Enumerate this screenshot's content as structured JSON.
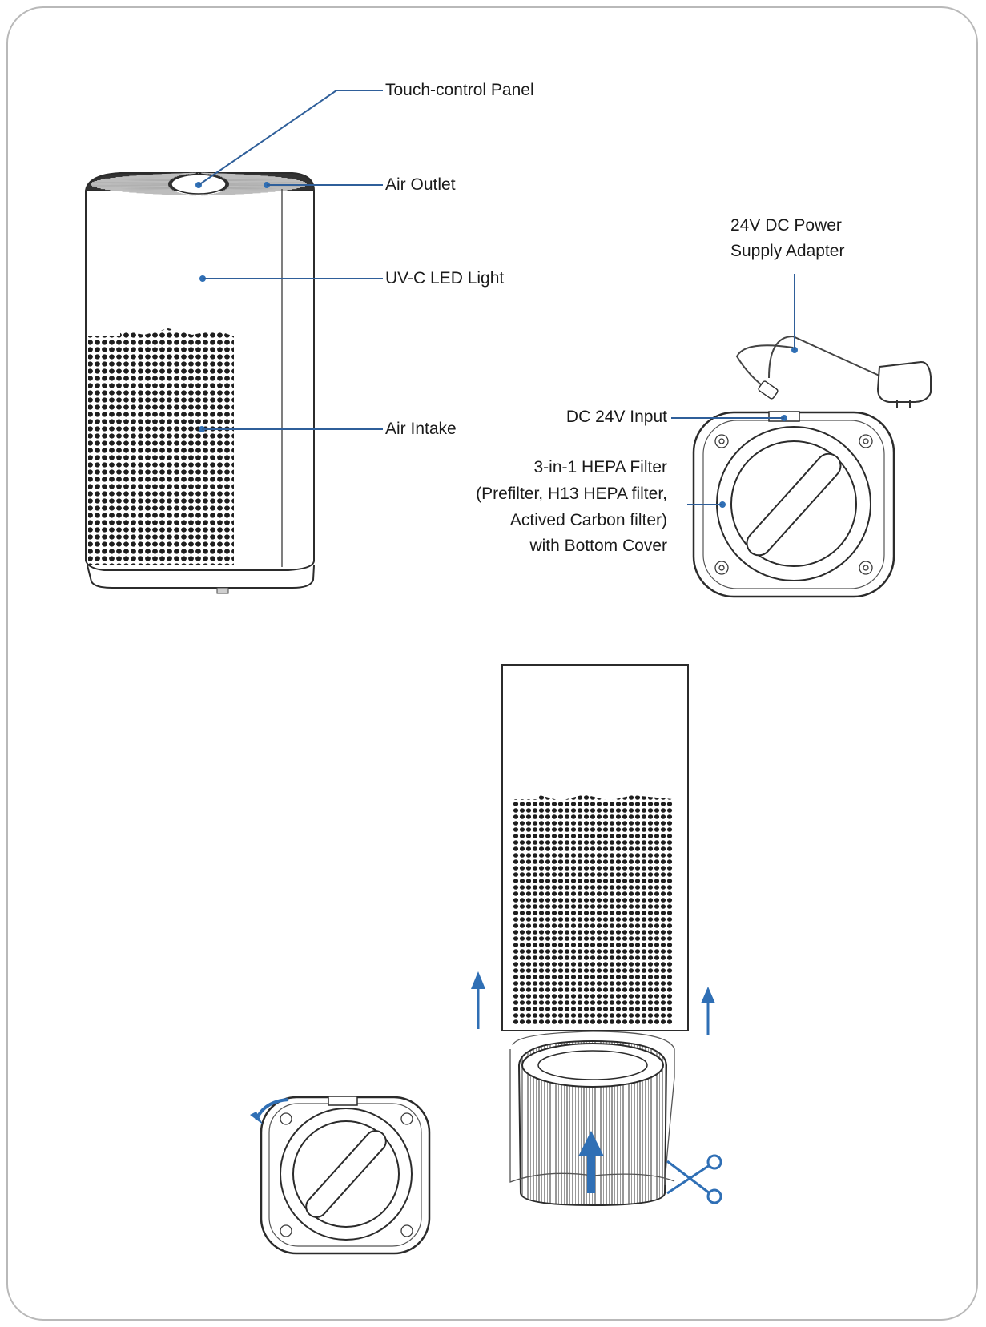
{
  "labels": {
    "touch_panel": "Touch-control Panel",
    "air_outlet": "Air Outlet",
    "uvc_led": "UV-C LED Light",
    "air_intake": "Air Intake",
    "power_adapter": [
      "24V DC Power",
      "Supply Adapter"
    ],
    "dc_input": "DC 24V Input",
    "hepa_filter": [
      "3-in-1 HEPA Filter",
      "(Prefilter, H13 HEPA filter,",
      "Actived Carbon filter)",
      "with Bottom Cover"
    ]
  },
  "colors": {
    "leader": "#2f5f9a",
    "accent_blue": "#2f6fb5",
    "line_art": "#2b2b2b",
    "frame": "#b9b9b9"
  },
  "icons": [
    "rotate-arrow-icon",
    "up-arrow-icon",
    "scissors-icon"
  ]
}
